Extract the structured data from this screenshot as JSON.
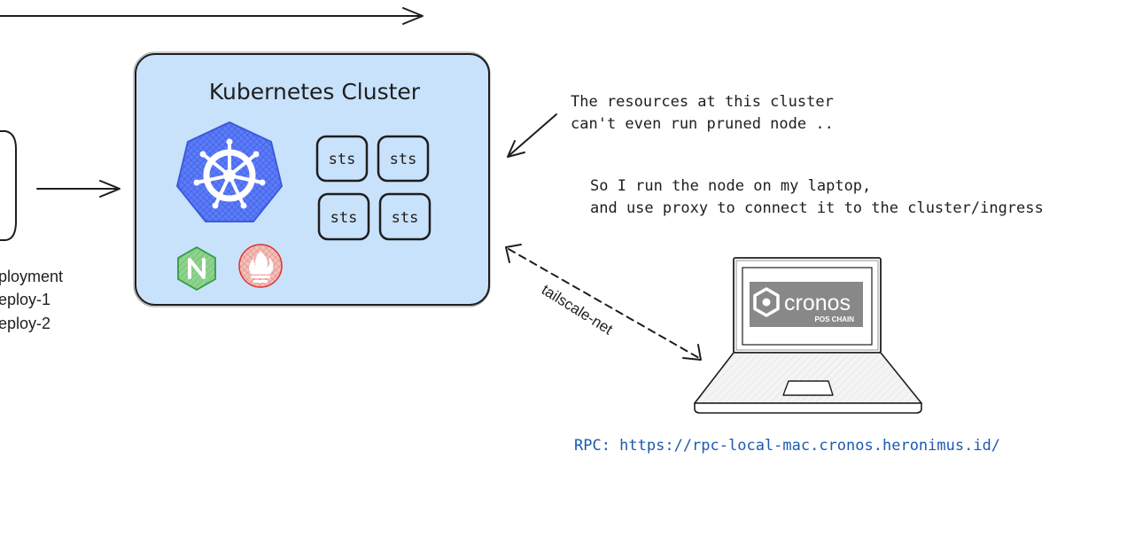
{
  "cluster": {
    "title": "Kubernetes Cluster",
    "statefulsets": [
      "sts",
      "sts",
      "sts",
      "sts"
    ],
    "fill_color": "#c9e2fb",
    "logo_color": "#3b5bdb"
  },
  "deployment": {
    "lines": [
      "ployment",
      "eploy-1",
      "eploy-2"
    ]
  },
  "notes": {
    "resources": [
      "The resources at this cluster",
      "can't even run pruned node .."
    ],
    "proxy": [
      "So I run the node on my laptop,",
      "and use proxy to connect it to the cluster/ingress"
    ]
  },
  "link": {
    "label": "tailscale-net"
  },
  "laptop": {
    "brand_name": "cronos",
    "brand_sub": "POS CHAIN",
    "brand_bg": "#888888"
  },
  "rpc": {
    "text": "RPC: https://rpc-local-mac.cronos.heronimus.id/",
    "color": "#1c5ab0"
  },
  "icons": [
    "kubernetes-icon",
    "nginx-icon",
    "prometheus-icon",
    "cronos-logo-icon"
  ]
}
